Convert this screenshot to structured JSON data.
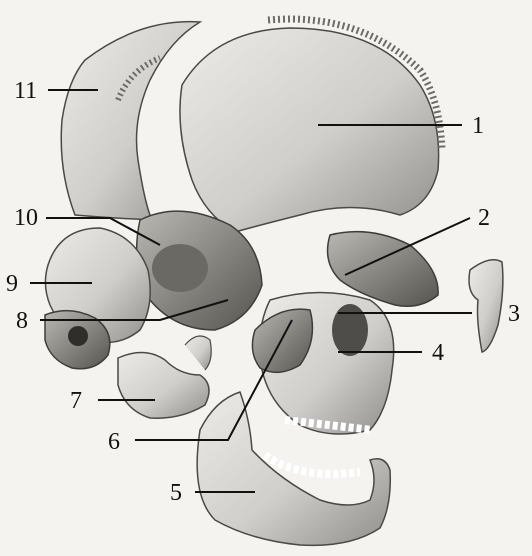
{
  "figure": {
    "labels": [
      "1",
      "2",
      "3",
      "4",
      "5",
      "6",
      "7",
      "8",
      "9",
      "10",
      "11"
    ]
  },
  "colors": {
    "background": "#f4f3ef",
    "bone_light": "#dcdbd6",
    "bone_mid": "#a9a8a3",
    "bone_dark": "#5f5e5a",
    "leader_line": "#111111"
  }
}
